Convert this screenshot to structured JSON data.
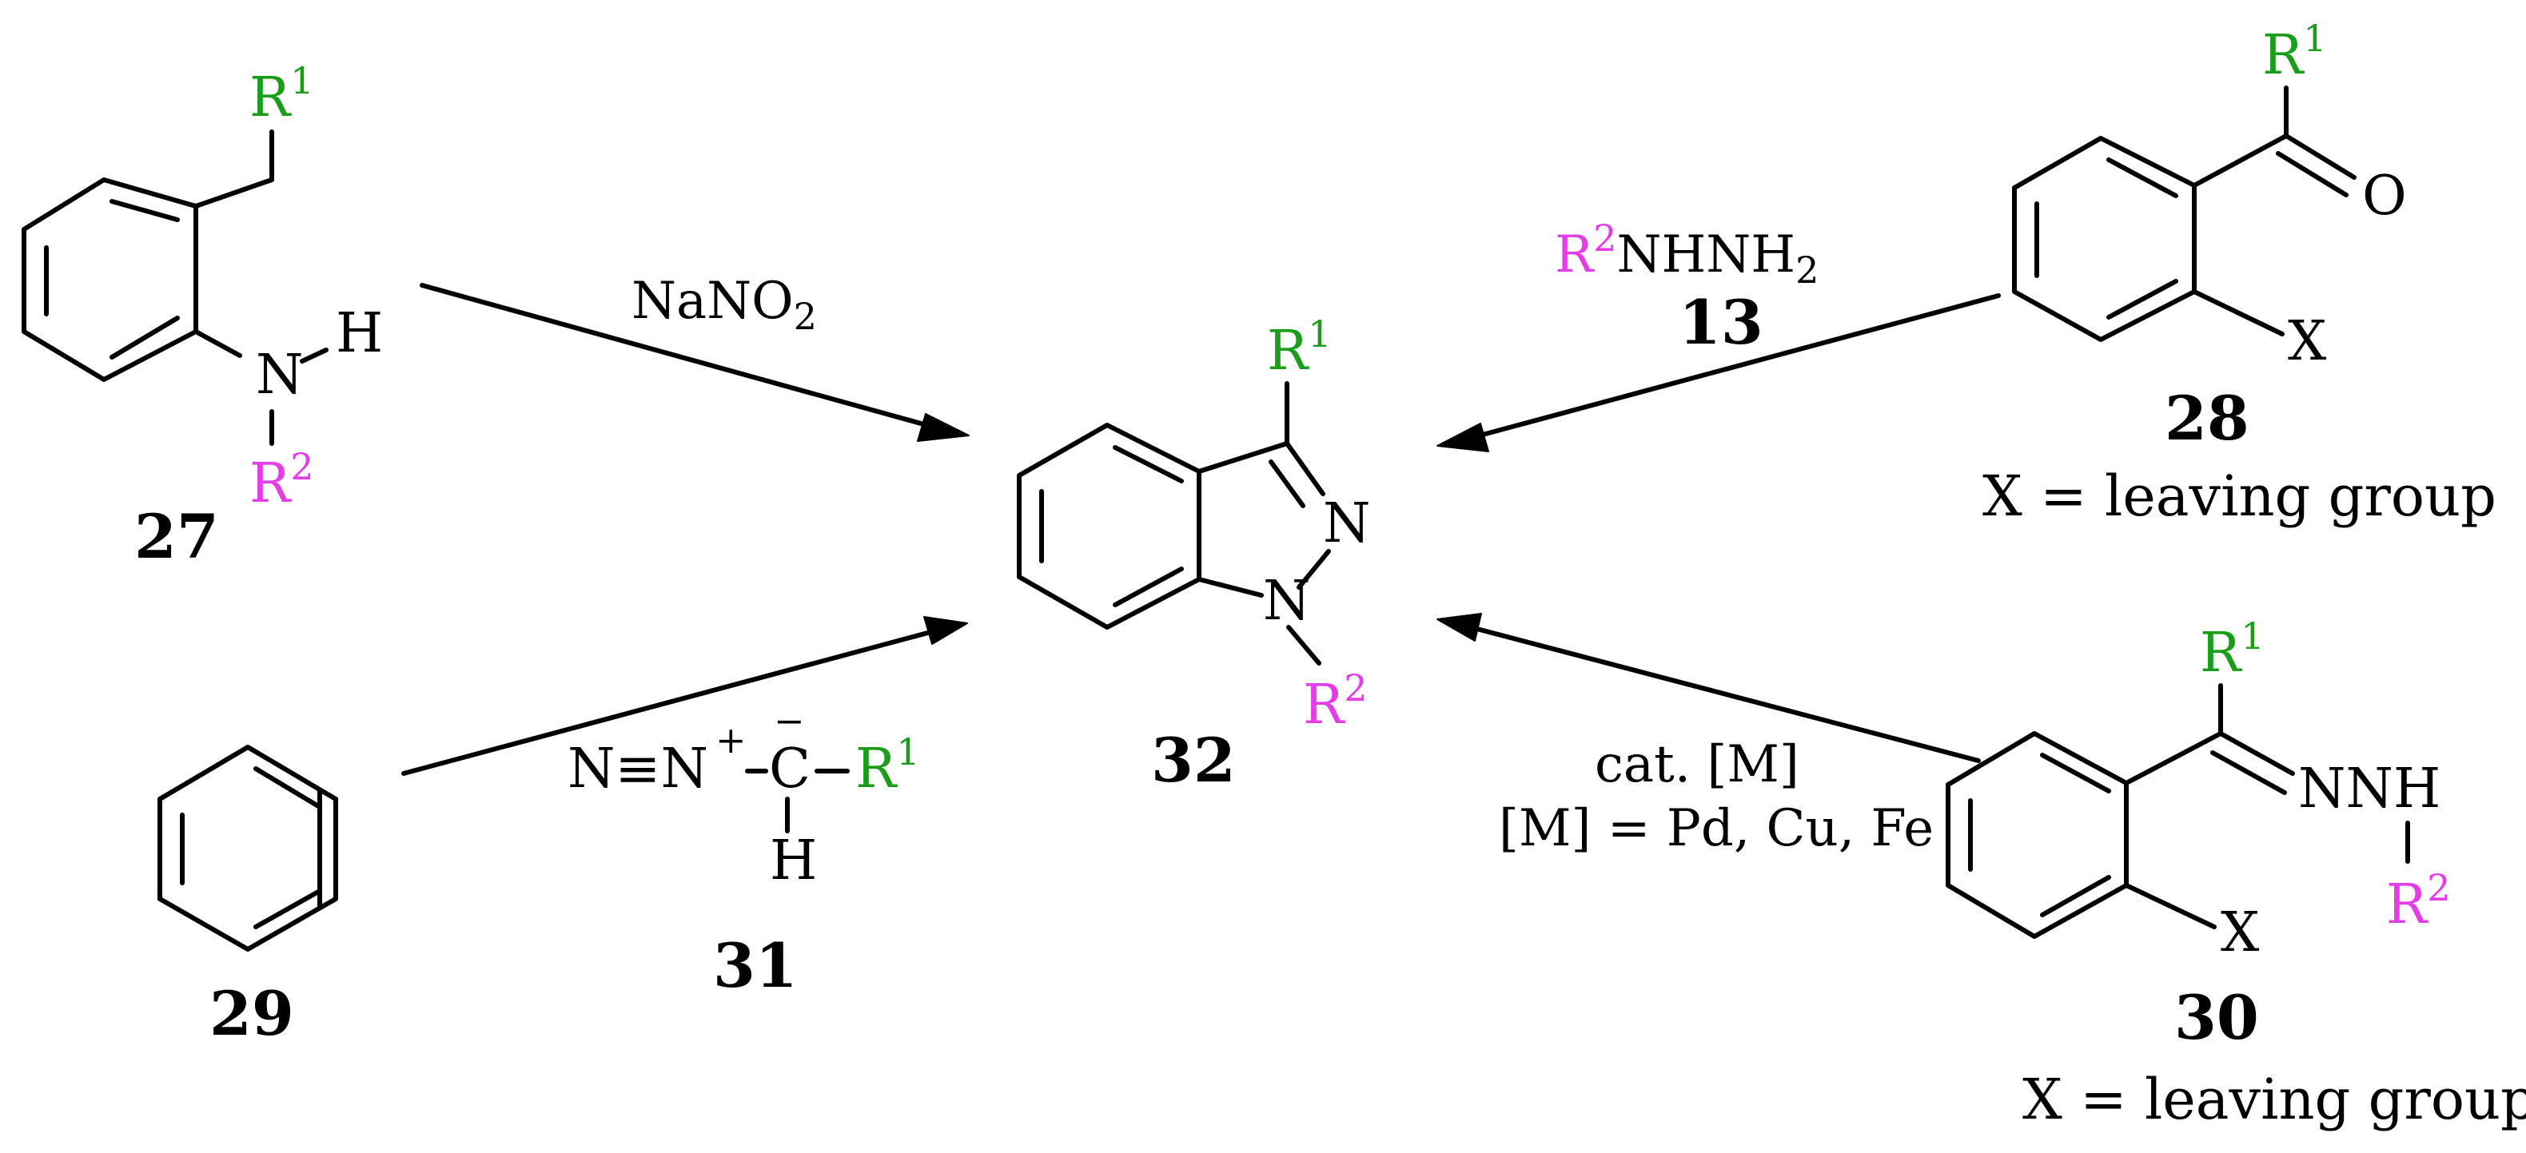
{
  "colors": {
    "r1": "#1a9e1a",
    "r2": "#e43ce6",
    "ink": "#000000"
  },
  "labels": {
    "c27": "27",
    "c28": "28",
    "c29": "29",
    "c30": "30",
    "c31": "31",
    "c32": "32",
    "c13": "13"
  },
  "groups": {
    "R": "R",
    "one": "1",
    "two": "2",
    "N": "N",
    "H": "H",
    "O": "O",
    "X": "X",
    "C": "C"
  },
  "reagents": {
    "nano2_main": "NaNO",
    "nano2_sub": "2",
    "hydrazine_main": "NHNH",
    "hydrazine_sub": "2",
    "nnh": "NNH",
    "diazo_n": "N≡N",
    "diazo_plus": "+",
    "diazo_minus": "−",
    "cat_line1": "cat. [M]",
    "cat_line2": "[M] = Pd, Cu, Fe"
  },
  "notes": {
    "leaving_28": "X = leaving group",
    "leaving_30": "X = leaving group"
  }
}
